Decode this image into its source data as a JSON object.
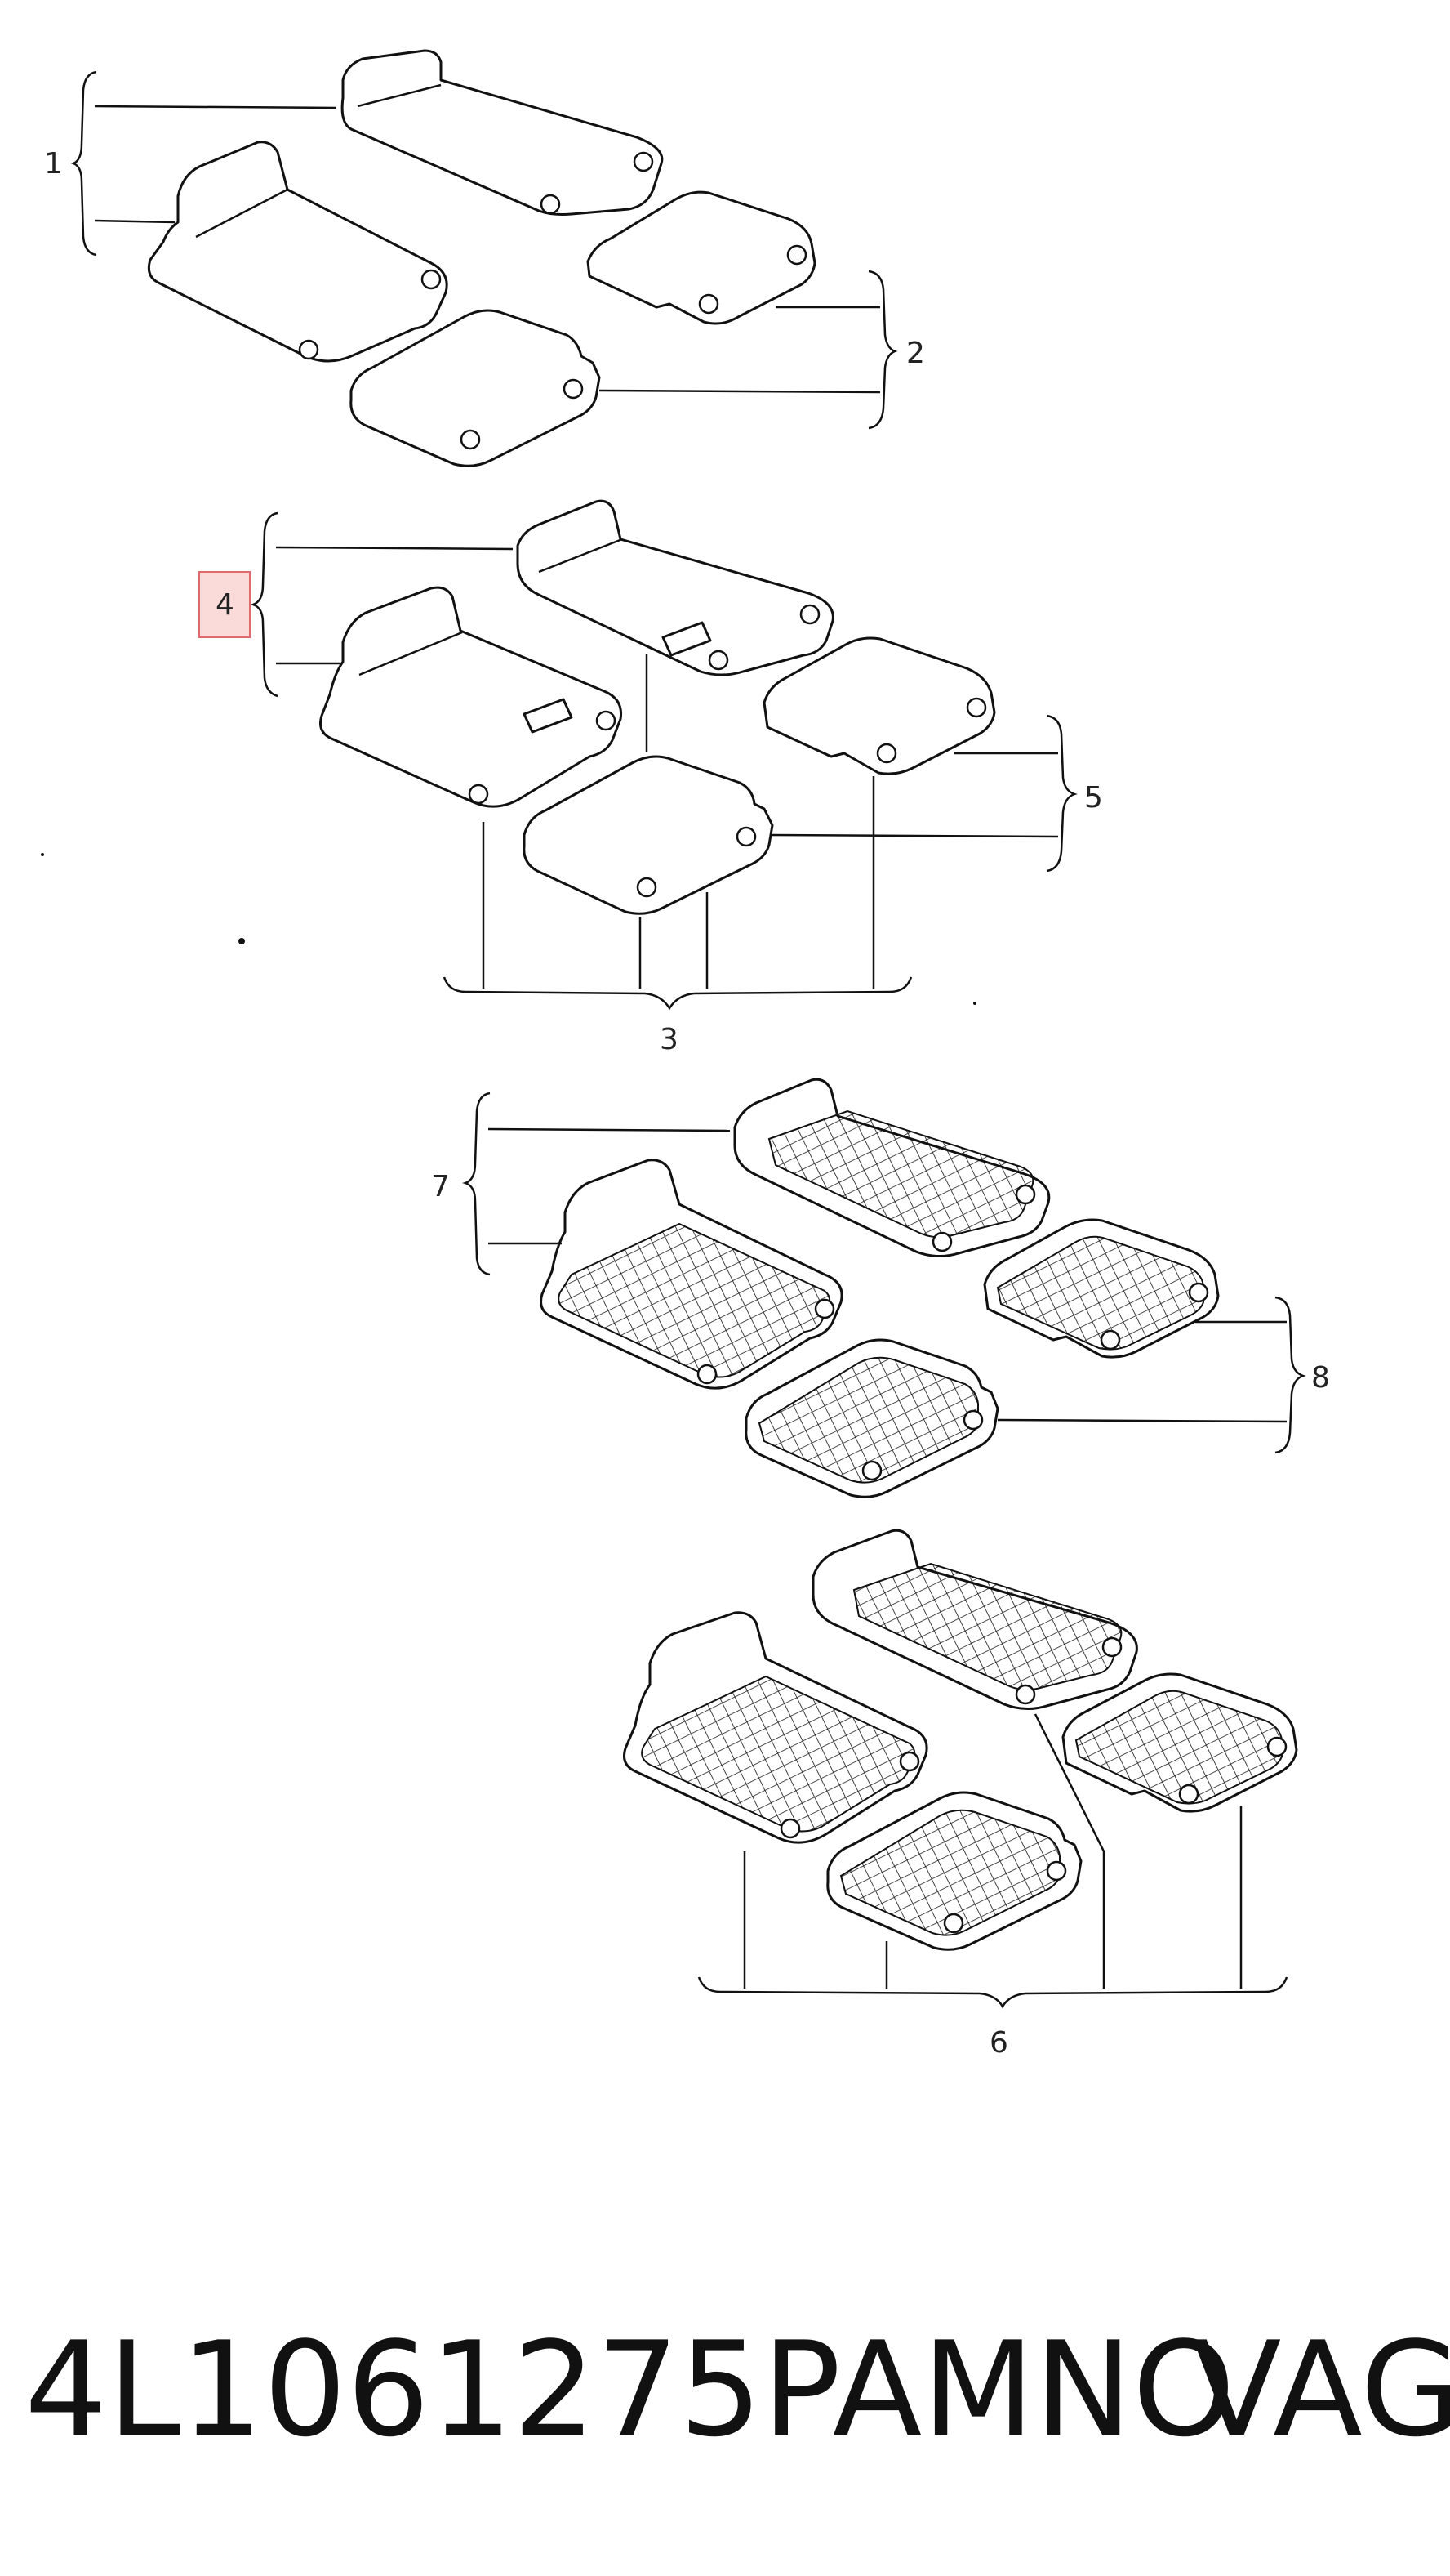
{
  "callouts": {
    "c1": "1",
    "c2": "2",
    "c3": "3",
    "c4": "4",
    "c5": "5",
    "c6": "6",
    "c7": "7",
    "c8": "8"
  },
  "footer": {
    "part_number": "4L1061275PAMNO",
    "brand": "VAG"
  },
  "highlight": {
    "callout": "4",
    "color": "#e06a6a"
  }
}
